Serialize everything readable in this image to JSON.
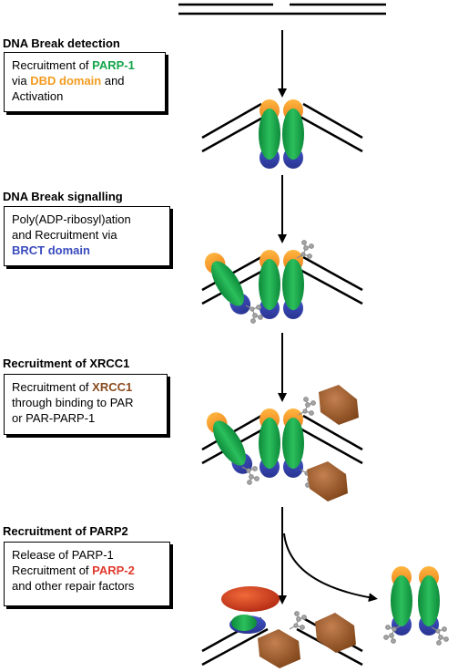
{
  "steps": [
    {
      "heading": "DNA Break detection",
      "line1": {
        "pre": "Recruitment of ",
        "hl": "PARP-1"
      },
      "line2": {
        "pre": "via ",
        "hl": "DBD domain",
        "post": "  and"
      },
      "line3": "Activation"
    },
    {
      "heading": "DNA Break signalling",
      "line1": "Poly(ADP-ribosyl)ation",
      "line2": "and Recruitment via",
      "line3": {
        "hl": "BRCT domain"
      }
    },
    {
      "heading": "Recruitment of XRCC1",
      "line1": {
        "pre": "Recruitment of ",
        "hl": "XRCC1"
      },
      "line2": "through binding to PAR",
      "line3": "or PAR-PARP-1"
    },
    {
      "heading": "Recruitment of PARP2",
      "line1": "Release of PARP-1",
      "line2": {
        "pre": "Recruitment of ",
        "hl": "PARP-2"
      },
      "line3": "and other repair factors"
    }
  ],
  "colors": {
    "parp_green": "#14a64a",
    "dbd_orange": "#f39b1f",
    "brct_blue": "#3a4bbd",
    "xrcc1_brown": "#9a5a28",
    "parp2_red": "#e03a2e",
    "par_grey": "#a0a0a0"
  }
}
